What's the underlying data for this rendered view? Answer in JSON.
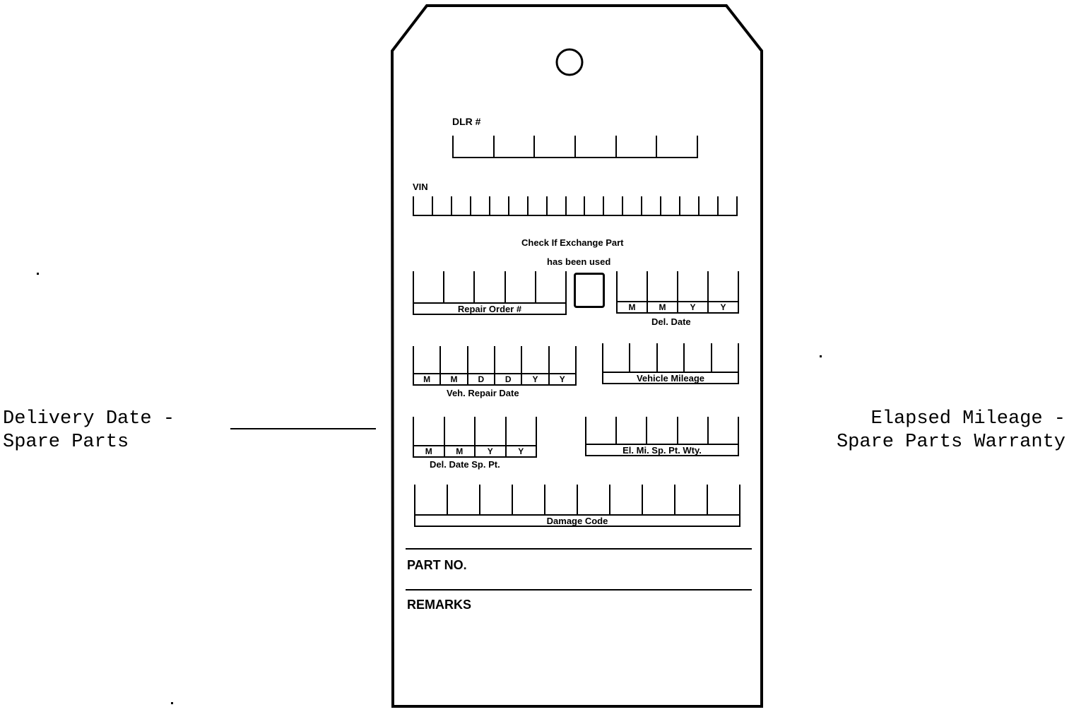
{
  "callouts": {
    "left": {
      "line1": "Delivery Date -",
      "line2": "Spare Parts"
    },
    "right": {
      "line1": "Elapsed Mileage -",
      "line2": "Spare Parts Warranty"
    }
  },
  "tag": {
    "dlr_label": "DLR #",
    "vin_label": "VIN",
    "exchange_line1": "Check If Exchange Part",
    "exchange_line2": "has been used",
    "repair_order_label": "Repair Order #",
    "del_date_cells": [
      "M",
      "M",
      "Y",
      "Y"
    ],
    "del_date_label": "Del. Date",
    "veh_repair_date_cells": [
      "M",
      "M",
      "D",
      "D",
      "Y",
      "Y"
    ],
    "veh_repair_date_label": "Veh. Repair Date",
    "vehicle_mileage_label": "Vehicle Mileage",
    "del_date_sp_cells": [
      "M",
      "M",
      "Y",
      "Y"
    ],
    "del_date_sp_label": "Del. Date Sp. Pt.",
    "el_mi_label": "El. Mi. Sp. Pt. Wty.",
    "damage_code_label": "Damage Code",
    "part_no_label": "PART NO.",
    "remarks_label": "REMARKS"
  }
}
